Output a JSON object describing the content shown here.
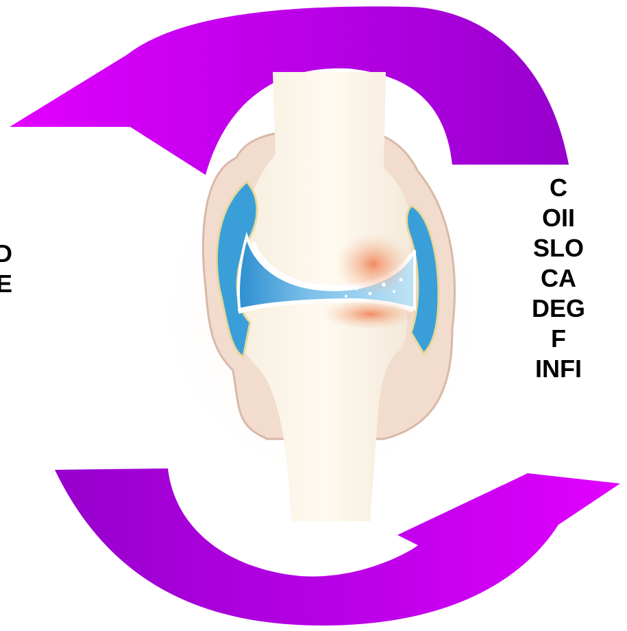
{
  "left_label": {
    "lines": [
      "D",
      "E"
    ]
  },
  "right_label": {
    "lines": [
      "C",
      "OII",
      "SLO",
      "CA",
      "DEG",
      "F",
      "INFI"
    ]
  },
  "colors": {
    "arrow_light": "#e600ff",
    "arrow_dark": "#9500cc",
    "cartilage_blue": "#3a9fd8",
    "bone": "#fbf5e8",
    "soft_tissue": "#f1dccd",
    "inflammation": "#f07a4a"
  },
  "icons": [
    "curved-arrow-top",
    "curved-arrow-bottom",
    "knee-joint-illustration"
  ]
}
